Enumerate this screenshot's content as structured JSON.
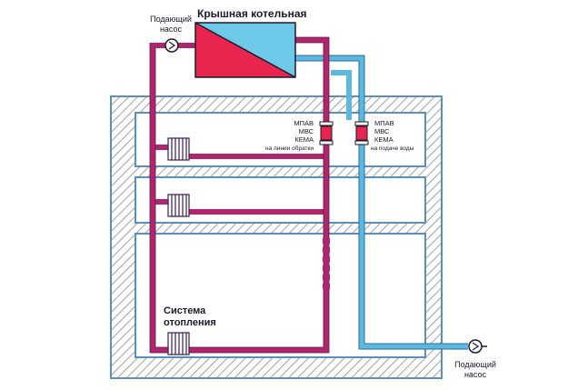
{
  "labels": {
    "pump_top": [
      "Подающий",
      "насос"
    ],
    "boiler_title": "Крышная котельная",
    "valve_left": [
      "МПАВ",
      "МВС",
      "КЕМА",
      "на линии обратки"
    ],
    "valve_right": [
      "МПАВ",
      "МВС",
      "КЕМА",
      "на подачe воды"
    ],
    "system": [
      "Система",
      "отопления"
    ],
    "pump_bottom": [
      "Подающий",
      "насос"
    ]
  },
  "colors": {
    "supply_pipe": "#5bb8e0",
    "return_pipe": "#b0266e",
    "boiler_hot": "#e8254f",
    "boiler_cold": "#6ec8e8",
    "building_outline": "#5a8fbf",
    "hatch": "#8a8a8a",
    "text": "#1b1b2a"
  },
  "icons": [
    "pump-icon",
    "pump-icon",
    "valve-icon",
    "valve-icon",
    "radiator-icon",
    "radiator-icon",
    "radiator-icon"
  ]
}
